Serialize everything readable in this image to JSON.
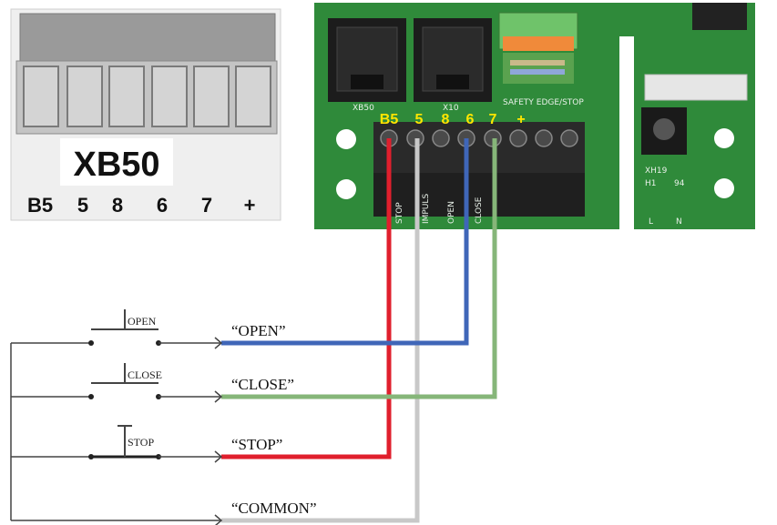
{
  "connector": {
    "title": "XB50",
    "terminals": [
      "B5",
      "5",
      "8",
      "6",
      "7",
      "+"
    ]
  },
  "board": {
    "terminals": [
      "B5",
      "5",
      "8",
      "6",
      "7",
      "+"
    ],
    "silk_top_left": "XB50",
    "silk_top_mid": "X10",
    "silk_safety": "SAFETY EDGE/STOP",
    "silk_xh19": "XH19",
    "silk_h1": "H1",
    "silk_94": "94",
    "silk_l": "L",
    "silk_n": "N",
    "silk_stop": "STOP",
    "silk_impuls": "IMPULS",
    "silk_open": "OPEN",
    "silk_close": "CLOSE"
  },
  "switches": [
    {
      "label": "OPEN"
    },
    {
      "label": "CLOSE"
    },
    {
      "label": "STOP"
    }
  ],
  "wires": [
    {
      "label": "“OPEN”",
      "color": "#3f66b8"
    },
    {
      "label": "“CLOSE”",
      "color": "#86b679"
    },
    {
      "label": "“STOP”",
      "color": "#e01f2d"
    },
    {
      "label": "“COMMON”",
      "color": "#c8c8c8"
    }
  ],
  "colors": {
    "pcb": "#2f8a3a",
    "connector_body": "#d6d6d6",
    "terminal_block": "#2a2a2a",
    "label_yellow": "#ffe600"
  }
}
